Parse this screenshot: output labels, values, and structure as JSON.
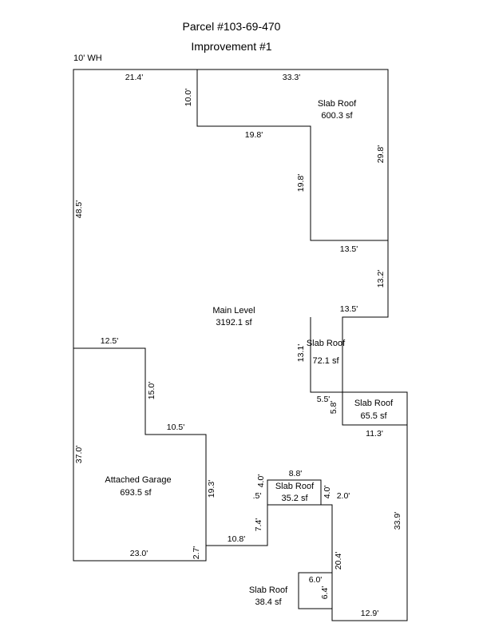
{
  "title": {
    "parcel": "Parcel #103-69-470",
    "improvement": "Improvement #1"
  },
  "note": "10' WH",
  "areas": {
    "main": {
      "name": "Main Level",
      "area": "3192.1 sf"
    },
    "slab1": {
      "name": "Slab Roof",
      "area": "600.3 sf"
    },
    "slab2": {
      "name": "Slab Roof",
      "area": "72.1 sf"
    },
    "slab3": {
      "name": "Slab Roof",
      "area": "65.5 sf"
    },
    "slab4": {
      "name": "Slab Roof",
      "area": "35.2 sf"
    },
    "slab5": {
      "name": "Slab Roof",
      "area": "38.4 sf"
    },
    "garage": {
      "name": "Attached Garage",
      "area": "693.5 sf"
    }
  },
  "dims": {
    "top_left": "21.4'",
    "top_right": "33.3'",
    "notch_v": "10.0'",
    "notch_h": "19.8'",
    "inner_v": "19.8'",
    "right_v": "29.8'",
    "h135a": "13.5'",
    "v132": "13.2'",
    "h135b": "13.5'",
    "v131": "13.1'",
    "h55": "5.5'",
    "v58": "5.8'",
    "h113": "11.3'",
    "v339": "33.9'",
    "h129": "12.9'",
    "v204": "20.4'",
    "v20": "2.0'",
    "h88": "8.8'",
    "v40a": "4.0'",
    "v40b": "4.0'",
    "v5": ".5'",
    "v74": "7.4'",
    "h108": "10.8'",
    "v27": "2.7'",
    "h230": "23.0'",
    "v370": "37.0'",
    "h125": "12.5'",
    "v150": "15.0'",
    "h105": "10.5'",
    "v193": "19.3'",
    "v485": "48.5'",
    "h60": "6.0'",
    "v64": "6.4'"
  }
}
